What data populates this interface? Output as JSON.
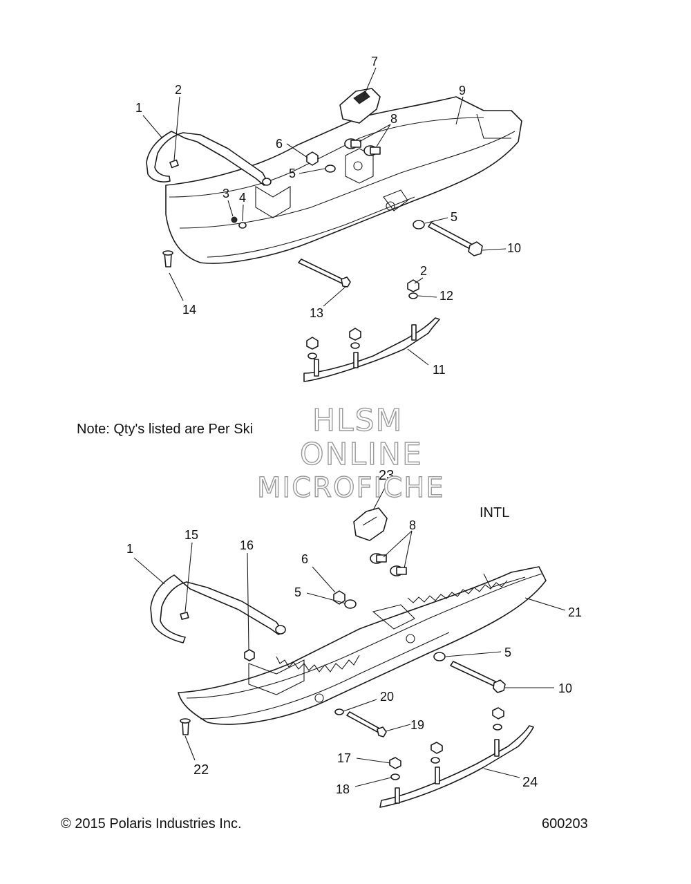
{
  "diagram": {
    "note": "Note: Qty's listed are Per Ski",
    "variant_label": "INTL",
    "watermark": [
      "HLSM",
      "ONLINE",
      "MICROFICHE"
    ],
    "copyright": "© 2015 Polaris Industries Inc.",
    "figure_number": "600203",
    "callouts_top": [
      "1",
      "2",
      "7",
      "9",
      "8",
      "6",
      "5",
      "3",
      "4",
      "5",
      "10",
      "14",
      "13",
      "2",
      "12",
      "11"
    ],
    "callouts_bottom": [
      "23",
      "8",
      "1",
      "15",
      "16",
      "6",
      "5",
      "21",
      "5",
      "10",
      "20",
      "19",
      "22",
      "17",
      "18",
      "24"
    ]
  }
}
